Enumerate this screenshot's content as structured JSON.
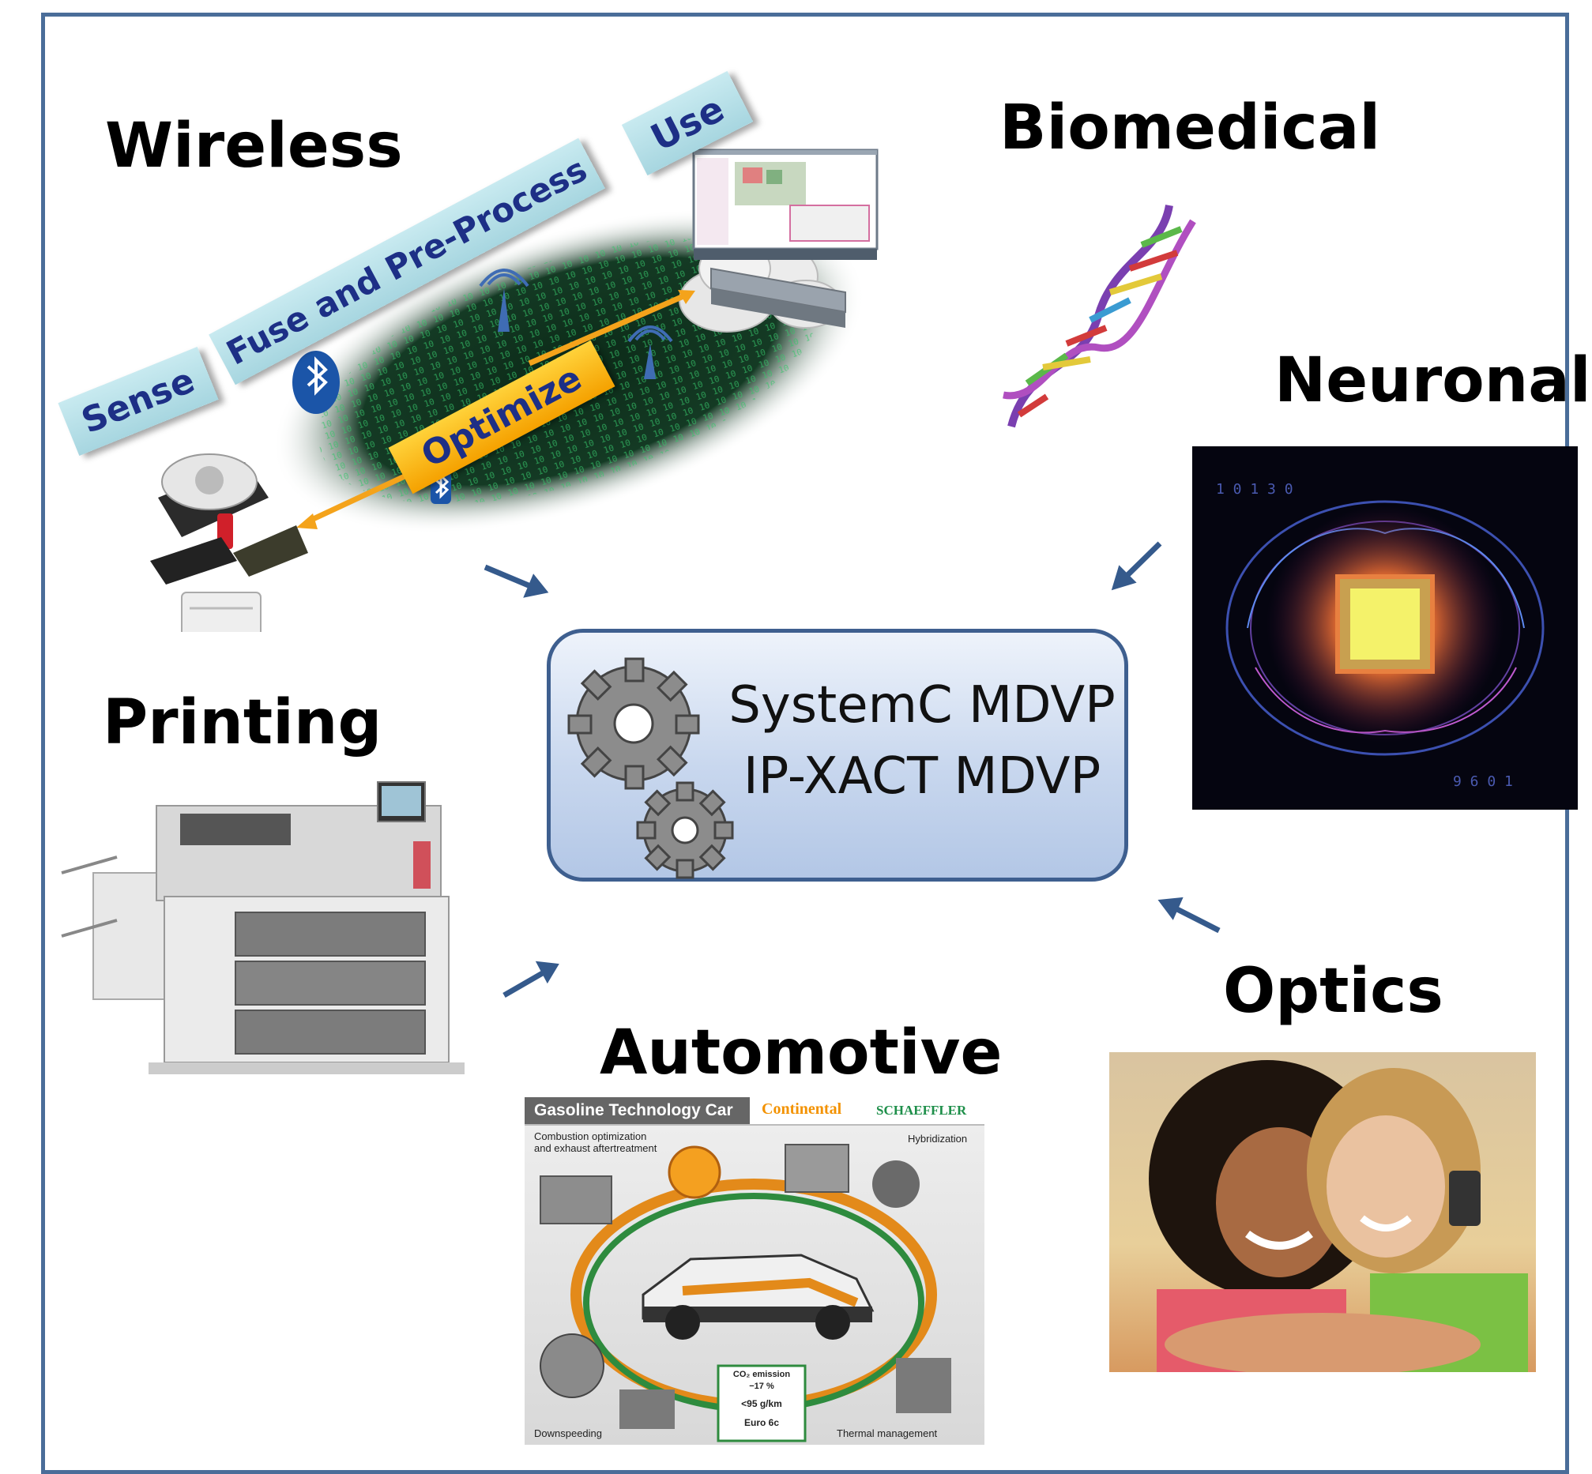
{
  "sections": {
    "wireless": "Wireless",
    "biomedical": "Biomedical",
    "neuronal": "Neuronal",
    "printing": "Printing",
    "optics": "Optics",
    "automotive": "Automotive"
  },
  "center": {
    "line1": "SystemC MDVP",
    "line2": "IP-XACT MDVP"
  },
  "wireless_flow": {
    "sense": "Sense",
    "fuse": "Fuse and Pre-Process",
    "use": "Use",
    "optimize": "Optimize"
  },
  "automotive_panel": {
    "header": "Gasoline Technology Car",
    "brand1": "Continental",
    "brand2": "SCHAEFFLER",
    "combustion_line1": "Combustion optimization",
    "combustion_line2": "and exhaust aftertreatment",
    "hybridization": "Hybridization",
    "co2_line1": "CO₂ emission",
    "co2_line2": "−17 %",
    "co2_line3": "<95 g/km",
    "co2_line4": "Euro 6c",
    "downspeeding": "Downspeeding",
    "thermal": "Thermal management"
  },
  "colors": {
    "frame": "#4a6d99",
    "arrow": "#355a8c",
    "banner_text": "#1d2f86",
    "optimize_bg": "#f5a100"
  }
}
